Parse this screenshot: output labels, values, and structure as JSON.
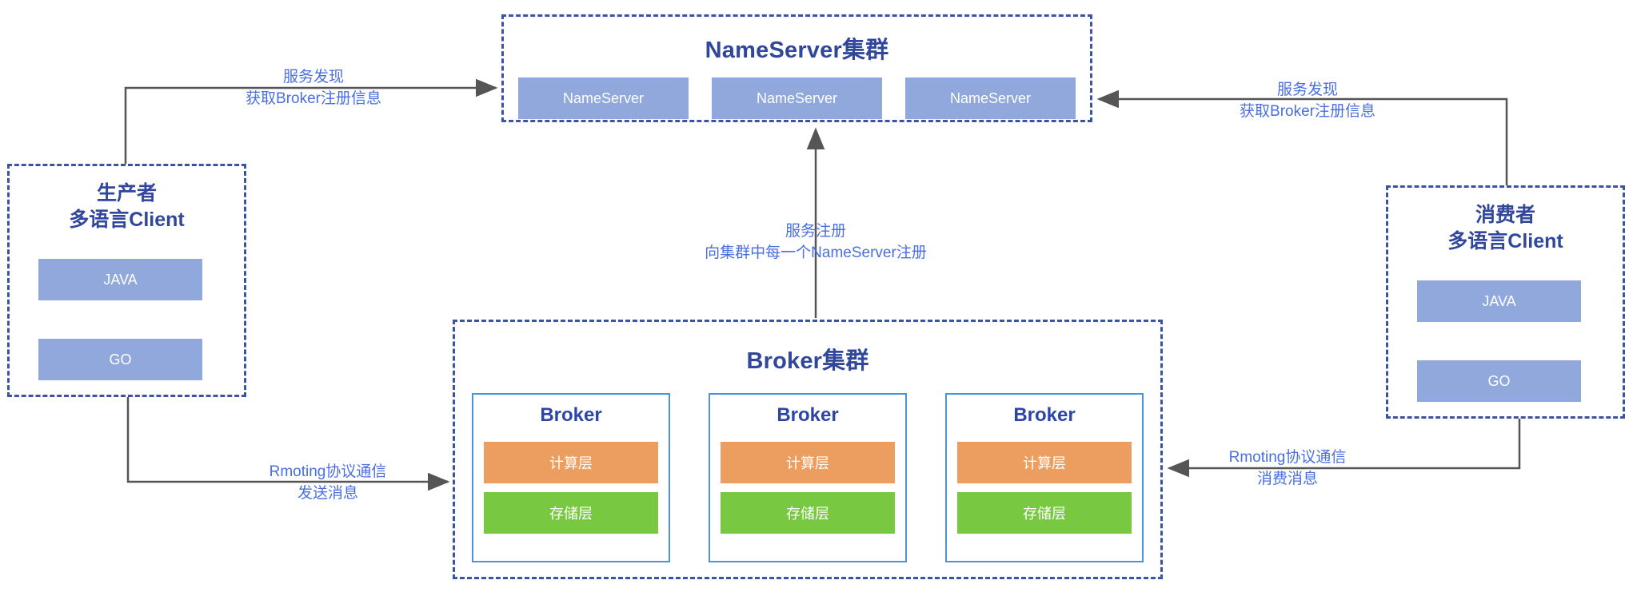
{
  "diagram": {
    "title": "RocketMQ architecture overview",
    "colors": {
      "cluster_border": "#3a53a4",
      "cluster_title": "#31479b",
      "node_fill": "#90a8db",
      "broker_border": "#4d93d9",
      "broker_title": "#2d45a8",
      "compute_layer": "#eb9e60",
      "storage_layer": "#78c841",
      "connector": "#555555",
      "label_text": "#4a6fe0",
      "background": "#ffffff"
    }
  },
  "nameserver_cluster": {
    "title": "NameServer集群",
    "nodes": [
      {
        "label": "NameServer"
      },
      {
        "label": "NameServer"
      },
      {
        "label": "NameServer"
      }
    ]
  },
  "producer": {
    "title_line1": "生产者",
    "title_line2": "多语言Client",
    "languages": [
      {
        "label": "JAVA"
      },
      {
        "label": "GO"
      }
    ]
  },
  "consumer": {
    "title_line1": "消费者",
    "title_line2": "多语言Client",
    "languages": [
      {
        "label": "JAVA"
      },
      {
        "label": "GO"
      }
    ]
  },
  "broker_cluster": {
    "title": "Broker集群",
    "brokers": [
      {
        "title": "Broker",
        "compute_layer": "计算层",
        "storage_layer": "存储层"
      },
      {
        "title": "Broker",
        "compute_layer": "计算层",
        "storage_layer": "存储层"
      },
      {
        "title": "Broker",
        "compute_layer": "计算层",
        "storage_layer": "存储层"
      }
    ]
  },
  "edges": [
    {
      "id": "producer-to-nameserver",
      "line1": "服务发现",
      "line2": "获取Broker注册信息"
    },
    {
      "id": "consumer-to-nameserver",
      "line1": "服务发现",
      "line2": "获取Broker注册信息"
    },
    {
      "id": "broker-to-nameserver",
      "line1": "服务注册",
      "line2": "向集群中每一个NameServer注册"
    },
    {
      "id": "producer-to-broker",
      "line1": "Rmoting协议通信",
      "line2": "发送消息"
    },
    {
      "id": "broker-to-consumer",
      "line1": "Rmoting协议通信",
      "line2": "消费消息"
    }
  ]
}
